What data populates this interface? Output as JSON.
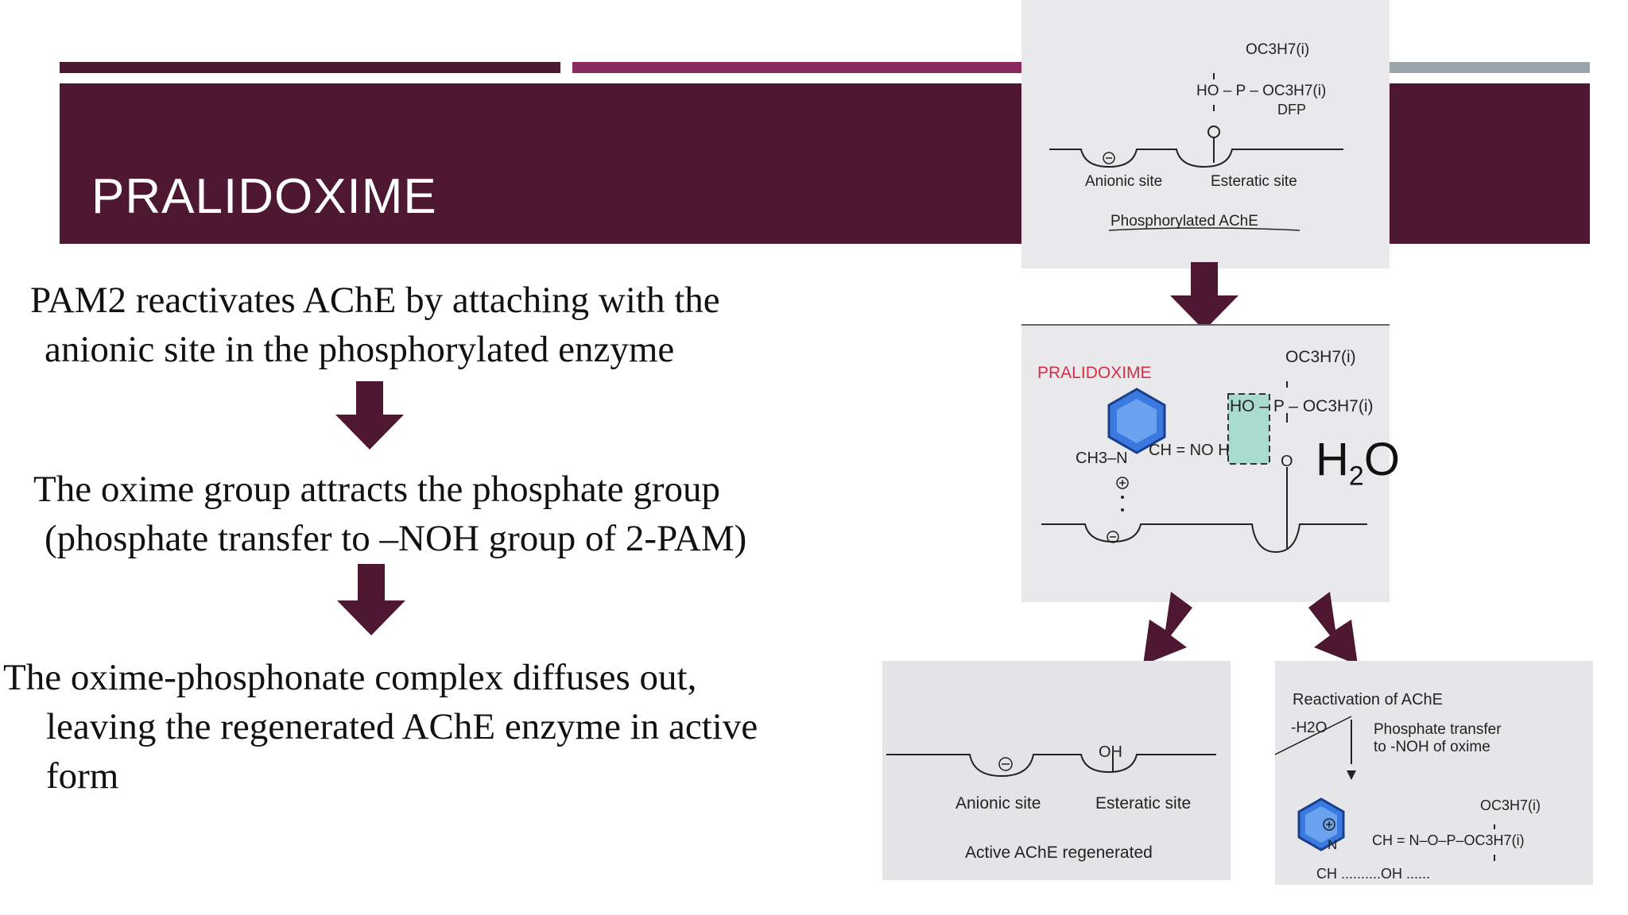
{
  "title": "PRALIDOXIME",
  "steps": [
    {
      "line1": "PAM2 reactivates AChE by attaching with the",
      "line2": "anionic site in the phosphorylated enzyme"
    },
    {
      "line1": "The oxime group attracts the phosphate group",
      "line2": "(phosphate transfer to –NOH group of 2-PAM)"
    },
    {
      "line1": "The oxime-phosphonate complex diffuses out,",
      "line2": "leaving the regenerated AChE enzyme in active",
      "line3": "form"
    }
  ],
  "h2o": {
    "base": "H",
    "sub": "2",
    "tail": "O"
  },
  "panel1": {
    "top_group": "OC3H7(i)",
    "p_line": "HO – P – OC3H7(i)",
    "dfp": "DFP",
    "o": "O",
    "anionic": "Anionic site",
    "esteratic": "Esteratic site",
    "caption": "Phosphorylated AChE"
  },
  "panel2": {
    "label": "PRALIDOXIME",
    "top_group": "OC3H7(i)",
    "p_line": "HO – P – OC3H7(i)",
    "ch3n": "CH3–N",
    "oxime": "CH = NO H",
    "o": "O"
  },
  "panel3": {
    "oh": "OH",
    "anionic": "Anionic site",
    "esteratic": "Esteratic site",
    "caption": "Active AChE regenerated"
  },
  "panel4": {
    "heading": "Reactivation of AChE",
    "minus_h2o": "-H2O",
    "transfer1": "Phosphate transfer",
    "transfer2": "to -NOH of oxime",
    "top_group": "OC3H7(i)",
    "n": "N",
    "chain": "CH = N–O–P–OC3H7(i)",
    "bottom": "CH ..........OH ......"
  },
  "colors": {
    "maroon": "#4e1732",
    "magenta": "#8a2a5e",
    "grey": "#9aa6ac",
    "ring": "#2e6fd6",
    "pralidoxime_label": "#d3304a"
  }
}
